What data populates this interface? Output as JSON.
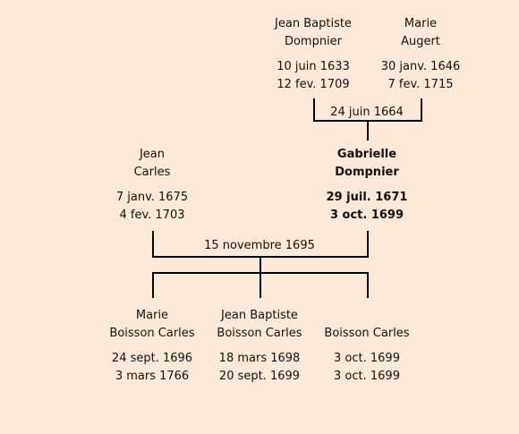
{
  "people": {
    "jb_dompnier": {
      "name1": "Jean Baptiste",
      "name2": "Dompnier",
      "birth": "10 juin 1633",
      "death": "12 fev. 1709"
    },
    "marie_augert": {
      "name1": "Marie",
      "name2": "Augert",
      "birth": "30 janv. 1646",
      "death": "7 fev. 1715"
    },
    "jean_carles": {
      "name1": "Jean",
      "name2": "Carles",
      "birth": "7 janv. 1675",
      "death": "4 fev. 1703"
    },
    "gabrielle_dompnier": {
      "name1": "Gabrielle",
      "name2": "Dompnier",
      "birth": "29 juil. 1671",
      "death": "3 oct. 1699"
    },
    "marie_bc": {
      "name1": "Marie",
      "name2": "Boisson Carles",
      "birth": "24 sept. 1696",
      "death": "3 mars 1766"
    },
    "jb_bc": {
      "name1": "Jean Baptiste",
      "name2": "Boisson Carles",
      "birth": "18 mars 1698",
      "death": "20 sept. 1699"
    },
    "bc3": {
      "name1": "",
      "name2": "Boisson Carles",
      "birth": "3 oct. 1699",
      "death": "3 oct. 1699"
    }
  },
  "unions": {
    "top": "24 juin 1664",
    "middle": "15 novembre 1695"
  }
}
